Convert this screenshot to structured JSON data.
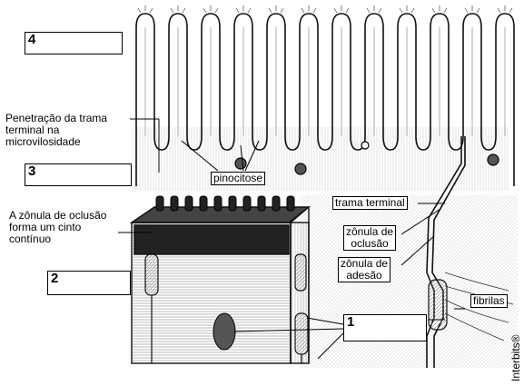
{
  "boxes": [
    {
      "id": "4",
      "label": "4"
    },
    {
      "id": "3",
      "label": "3"
    },
    {
      "id": "2",
      "label": "2"
    },
    {
      "id": "1",
      "label": "1"
    }
  ],
  "labels": {
    "penetracao": [
      "Penetração da trama",
      "terminal na",
      "microvilosidade"
    ],
    "zonula_oclusao_cinto": [
      "A zônula de oclusão",
      "forma um cinto",
      "contínuo"
    ],
    "pinocitose": "pinocitose",
    "trama_terminal": "trama terminal",
    "zonula_oclusao": [
      "zônula de",
      "oclusão"
    ],
    "zonula_adesao": [
      "zônula de",
      "adesão"
    ],
    "fibrilas": "fibrilas"
  },
  "watermark": "Interbits®"
}
